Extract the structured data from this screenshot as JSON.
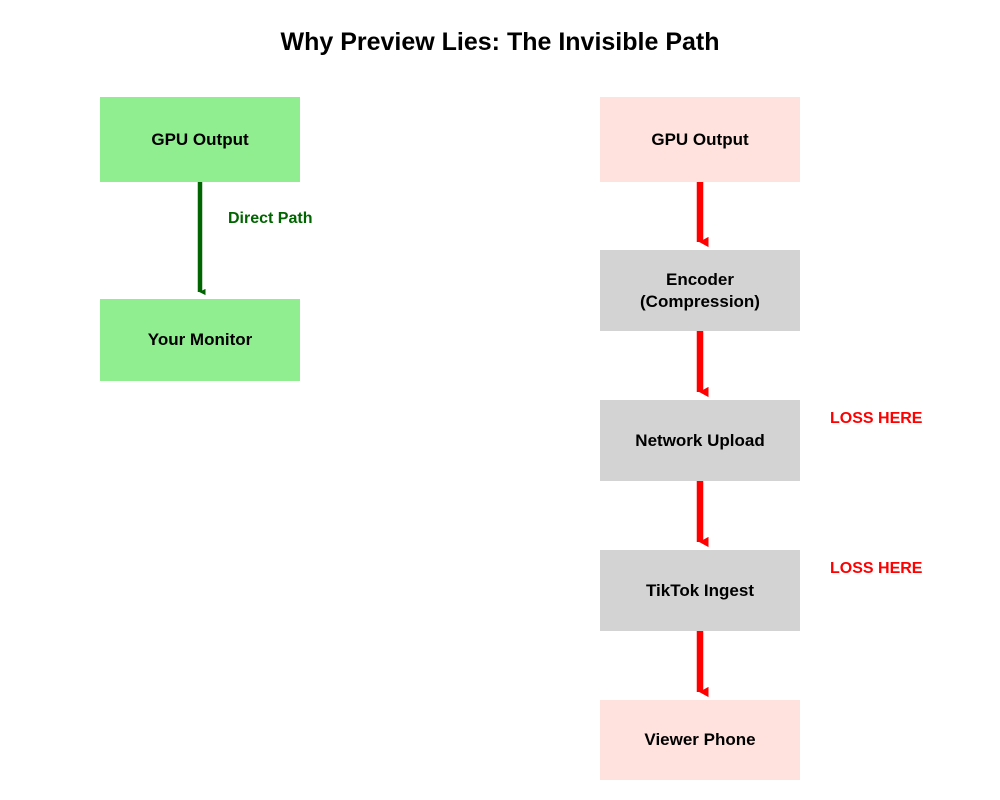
{
  "page": {
    "title": "Why Preview Lies: The Invisible Path",
    "background_color": "#ffffff"
  },
  "colors": {
    "green_fill": "#90ee90",
    "gray_fill": "#d3d3d3",
    "pink_fill": "#ffe2de",
    "green_arrow": "#006400",
    "red_arrow": "#ff0000",
    "text": "#000000",
    "loss_label": "#ff0000",
    "direct_label": "#006400"
  },
  "diagram": {
    "type": "flowchart",
    "left_branch": {
      "name": "direct-path",
      "nodes": [
        {
          "id": "left-gpu-output",
          "label": "GPU Output",
          "fill": "green"
        },
        {
          "id": "left-your-monitor",
          "label": "Your Monitor",
          "fill": "green"
        }
      ],
      "edges": [
        {
          "from": "left-gpu-output",
          "to": "left-your-monitor",
          "label": "Direct Path",
          "color": "green"
        }
      ]
    },
    "right_branch": {
      "name": "streaming-path",
      "nodes": [
        {
          "id": "right-gpu-output",
          "label": "GPU Output",
          "fill": "pink"
        },
        {
          "id": "encoder",
          "label": "Encoder\n(Compression)",
          "fill": "gray"
        },
        {
          "id": "network-upload",
          "label": "Network Upload",
          "fill": "gray"
        },
        {
          "id": "tiktok-ingest",
          "label": "TikTok Ingest",
          "fill": "gray"
        },
        {
          "id": "viewer-phone",
          "label": "Viewer Phone",
          "fill": "pink"
        }
      ],
      "edges": [
        {
          "from": "right-gpu-output",
          "to": "encoder",
          "label": "",
          "color": "red"
        },
        {
          "from": "encoder",
          "to": "network-upload",
          "label": "",
          "color": "red"
        },
        {
          "from": "network-upload",
          "to": "tiktok-ingest",
          "label": "",
          "color": "red"
        },
        {
          "from": "tiktok-ingest",
          "to": "viewer-phone",
          "label": "",
          "color": "red"
        }
      ],
      "annotations": [
        {
          "id": "loss-here-1",
          "text": "LOSS HERE",
          "target": "network-upload"
        },
        {
          "id": "loss-here-2",
          "text": "LOSS HERE",
          "target": "tiktok-ingest"
        }
      ]
    }
  }
}
